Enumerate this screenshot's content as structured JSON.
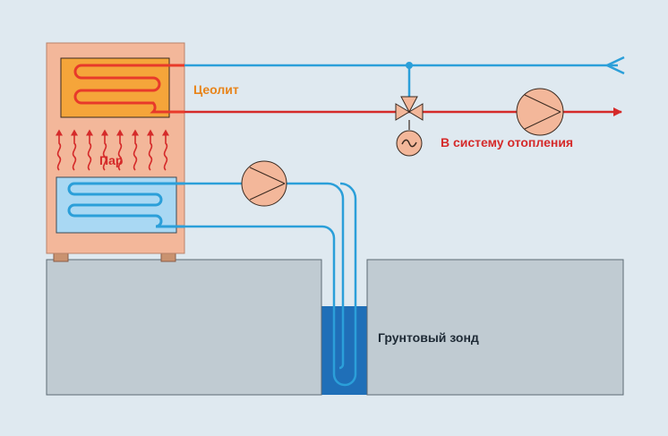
{
  "labels": {
    "zeolite": "Цеолит",
    "steam": "Пар",
    "heating": "В систему отопления",
    "probe": "Грунтовый зонд"
  },
  "colors": {
    "background": "#dfe9f0",
    "unit_body": "#f3b79a",
    "zeolite_panel": "#f5a53a",
    "evaporator_panel": "#a9d8f3",
    "ground": "#c0cbd2",
    "cold_line": "#2b9fd9",
    "hot_line": "#d52a2a",
    "water": "#1f6fb8",
    "zeolite_text": "#e8841a",
    "heating_text": "#d52a2a",
    "probe_text": "#1e2a35"
  },
  "icons": {
    "pump": "pump-icon",
    "valve": "three-way-valve-icon",
    "controller": "tilde-controller-icon",
    "steam": "wavy-arrow-icon"
  }
}
